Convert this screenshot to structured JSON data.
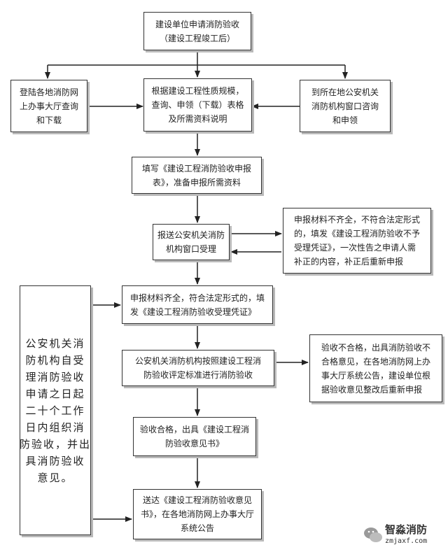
{
  "nodes": {
    "start": [
      "建设单位申请消防验收",
      "（建设工程竣工后）"
    ],
    "online": [
      "登陆各地消防网",
      "上办事大厅查询",
      "和下载"
    ],
    "consult": [
      "根据建设工程性质规模，",
      "查询、申领（下载）表格",
      "及所需资料说明"
    ],
    "window": [
      "到所在地公安机关",
      "消防机构窗口咨询",
      "和申领"
    ],
    "fill": [
      "填写《建设工程消防验收申报",
      "表》，准备申报所需资料"
    ],
    "submit": [
      "报送公安机关消防",
      "机构窗口受理"
    ],
    "incomplete": [
      "申报材料不齐全，不符合法定形式",
      "的，填发《建设工程消防验收不予",
      "受理凭证》，一次性告之申请人需",
      "补正的内容，补正后重新申报"
    ],
    "accept": [
      "申报材料齐全，符合法定形式的，填",
      "发《建设工程消防验收受理凭证》"
    ],
    "inspect": [
      "公安机关消防机构按照建设工程消",
      "防验收评定标准进行消防验收"
    ],
    "fail": [
      "验收不合格，出具消防验收不",
      "合格意见，在各地消防网上办",
      "事大厅系统公告，建设单位根",
      "据验收意见整改后重新申报"
    ],
    "pass": [
      "验收合格，出具《建设工程消",
      "防验收意见书》"
    ],
    "deliver": [
      "送达《建设工程消防验收意见",
      "书》，在各地消防网上办事大厅",
      "系统公告"
    ],
    "timeline": [
      "公安机关消",
      "防机构自受",
      "理消防验收",
      "申请之日起",
      "二十个工作",
      "日内组织消",
      "防验收，并出",
      "具消防验收",
      "意见。"
    ]
  },
  "watermark": {
    "name": "智淼消防",
    "url": "zmjaxf.com",
    "icon": "wechat-logo-icon"
  }
}
